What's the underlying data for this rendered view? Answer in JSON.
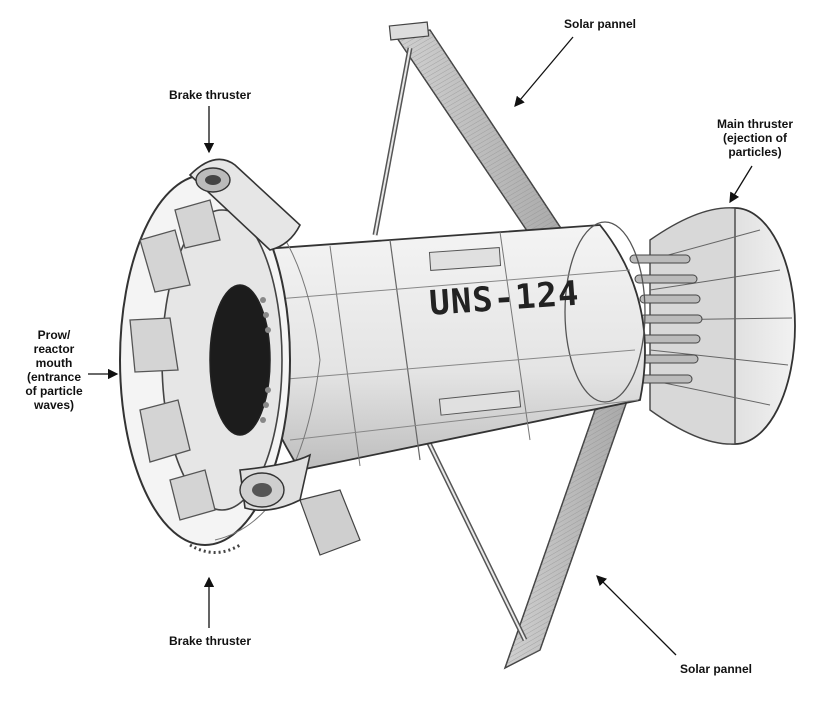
{
  "labels": {
    "brake_thruster_top": "Brake thruster",
    "solar_pannel_top": "Solar pannel",
    "main_thruster": "Main thruster\n(ejection of\nparticles)",
    "prow": "Prow/\nreactor\nmouth\n(entrance\nof particle\nwaves)",
    "brake_thruster_bottom": "Brake thruster",
    "solar_pannel_bottom": "Solar pannel"
  },
  "ship": {
    "registration": "UNS-124"
  },
  "colors": {
    "ink": "#2a2a2a",
    "shade": "#9a9a9a",
    "paper": "#ffffff"
  }
}
